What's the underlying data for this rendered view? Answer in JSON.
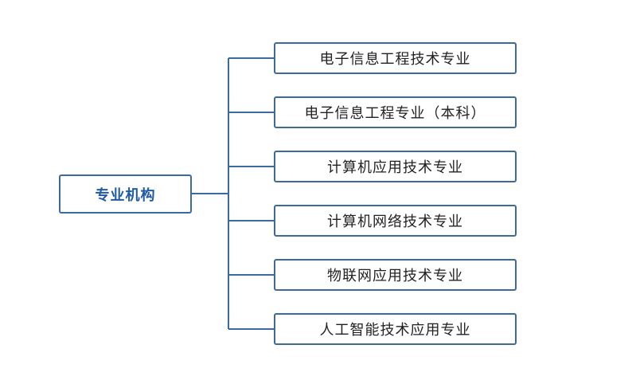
{
  "diagram": {
    "root": {
      "label": "专业机构"
    },
    "children": [
      {
        "label": "电子信息工程技术专业"
      },
      {
        "label": "电子信息工程专业（本科）"
      },
      {
        "label": "计算机应用技术专业"
      },
      {
        "label": "计算机网络技术专业"
      },
      {
        "label": "物联网应用技术专业"
      },
      {
        "label": "人工智能技术应用专业"
      }
    ],
    "colors": {
      "border": "#3d6a9e",
      "connector": "#3d6a9e",
      "root_text": "#1f5aa8",
      "child_text": "#222222"
    }
  }
}
